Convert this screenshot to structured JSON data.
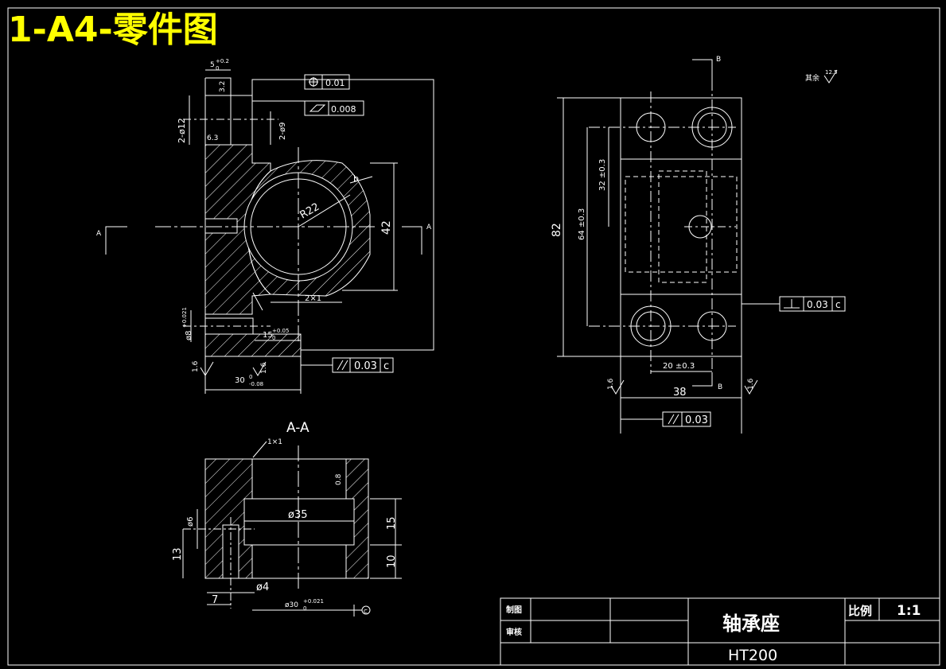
{
  "page_title": "1-A4-零件图",
  "colors": {
    "background": "#000000",
    "line": "#ffffff",
    "title": "#ffff00"
  },
  "annotations": {
    "roughness_rest_label": "其余",
    "roughness_rest_value": "12.5",
    "section_label": "A-A",
    "cut_a_left": "A",
    "cut_a_right": "A",
    "cut_b_top": "B",
    "cut_b_bottom": "B",
    "datum_c_left": "c",
    "datum_c_right": "c",
    "datum_c_section": "C"
  },
  "front_view": {
    "dim_5": "5",
    "dim_5_tol": "+0.2",
    "dim_5_tol_low": "0",
    "rough_3_2": "3.2",
    "position_tol": "0.01",
    "flatness_tol": "0.008",
    "dim_2_phi12": "2-ø12",
    "dim_2_phi9": "2-ø9",
    "rough_6_3": "6.3",
    "radius_b": "b",
    "radius_r22": "R22",
    "dim_42": "42",
    "chamfer_2x1": "2×1",
    "dim_phi8": "ø8",
    "dim_phi8_tol": "+0.021",
    "dim_15": "15",
    "dim_15_tol": "+0.05",
    "dim_15_tol_low": "0",
    "parallel_tol": "0.03",
    "rough_1_6_left": "1.6",
    "rough_1_6_mid": "1.6",
    "dim_30": "30",
    "dim_30_tol_up": "0",
    "dim_30_tol_low": "-0.08"
  },
  "side_view": {
    "dim_82": "82",
    "dim_64": "64 ±0.3",
    "dim_32": "32 ±0.3",
    "perp_tol": "0.03",
    "dim_20": "20 ±0.3",
    "rough_left": "1.6",
    "rough_right": "1.6",
    "dim_38": "38",
    "parallel_tol": "0.03"
  },
  "section_view": {
    "chamfer_1x1": "1×1",
    "rough_0_8": "0.8",
    "dim_phi35": "ø35",
    "dim_15": "15",
    "dim_10": "10",
    "dim_phi6": "ø6",
    "dim_13": "13",
    "dim_phi4": "ø4",
    "dim_7": "7",
    "dim_phi30": "ø30",
    "dim_phi30_tol": "+0.021",
    "dim_phi30_tol_low": "0"
  },
  "title_block": {
    "drawn_label": "制图",
    "checked_label": "审核",
    "part_name": "轴承座",
    "scale_label": "比例",
    "scale_value": "1:1",
    "material": "HT200"
  }
}
